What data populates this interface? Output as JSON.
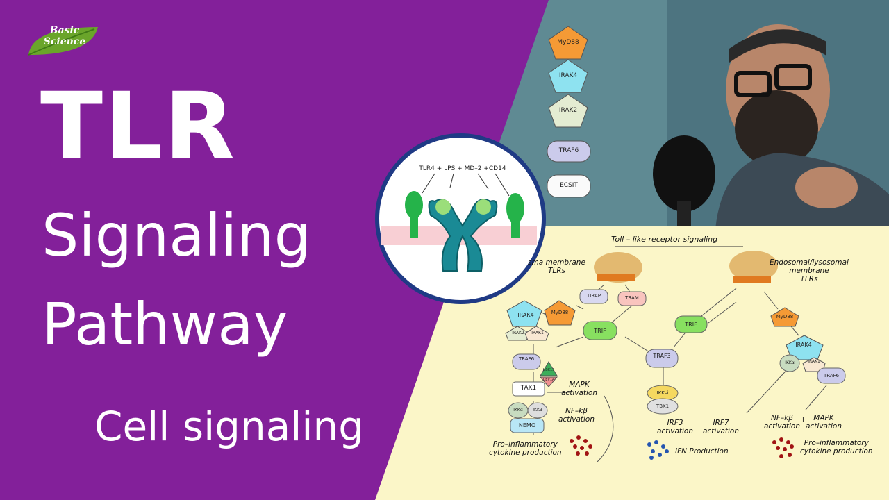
{
  "logo": {
    "line1": "Basic",
    "line2": "Science"
  },
  "title": {
    "line1": "TLR",
    "line2": "Signaling",
    "line3": "Pathway"
  },
  "subtitle": "Cell signaling",
  "inset": {
    "label": "TLR4 + LPS + MD–2 +CD14"
  },
  "legend_items": [
    "MyD88",
    "IRAK4",
    "IRAK2",
    "TRAF6",
    "ECSIT"
  ],
  "diagram": {
    "title": "Toll – like receptor signaling",
    "plasma_label": "sma membrane\nTLRs",
    "endo_label": "Endosomal/lysosomal\nmembrane\nTLRs",
    "nodes": {
      "tirap": "TIRAP",
      "tram": "TRAM",
      "irak4": "IRAK4",
      "myd88": "MyD88",
      "irak2": "IRAK2",
      "irak1": "IRAK1",
      "trif_left": "TRIF",
      "traf6": "TRAF6",
      "ubc13": "UBC13",
      "uev1a": "UEV1A",
      "tak1": "TAK1",
      "ikka": "IKKα",
      "ikkb": "IKKβ",
      "nemo": "NEMO",
      "traf3": "TRAF3",
      "trif_mid": "TRIF",
      "ikki": "IKK–i",
      "tbk1": "TBK1",
      "myd88_r": "MyD88",
      "irak4_r": "IRAK4",
      "ikka_r": "IKKα",
      "irak1_r": "IRAK1",
      "traf6_r": "TRAF6"
    },
    "texts": {
      "mapk": "MAPK\nactivation",
      "nfkb": "NF–kβ\nactivation",
      "pro_left": "Pro–inflammatory\ncytokine production",
      "irf3": "IRF3\nactivation",
      "irf7": "IRF7\nactivation",
      "ifn": "IFN Production",
      "nfkb_r": "NF–kβ\nactivation",
      "plus": "+",
      "mapk_r": "MAPK\nactivation",
      "pro_right": "Pro–inflammatory\ncytokine production"
    }
  },
  "colors": {
    "purple": "#83209a",
    "teal_panel": "#5f8a93",
    "diagram_bg": "#fbf6c8",
    "accent_green": "#c5e84a",
    "circle_border": "#1f3a85"
  }
}
